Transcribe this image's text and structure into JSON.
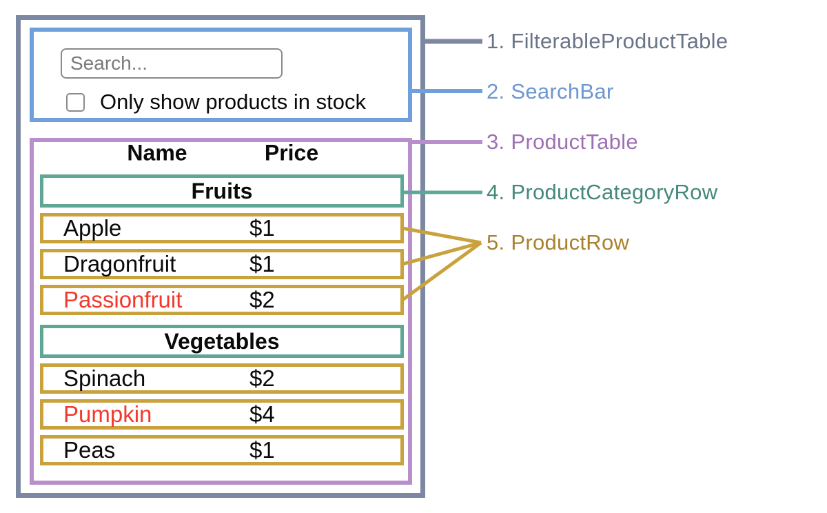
{
  "search_bar": {
    "search_placeholder": "Search...",
    "checkbox_label": "Only show products in stock",
    "checkbox_checked": false
  },
  "table": {
    "columns": [
      "Name",
      "Price"
    ],
    "sections": [
      {
        "category": "Fruits",
        "rows": [
          {
            "name": "Apple",
            "price": "$1",
            "out_of_stock": false
          },
          {
            "name": "Dragonfruit",
            "price": "$1",
            "out_of_stock": false
          },
          {
            "name": "Passionfruit",
            "price": "$2",
            "out_of_stock": true
          }
        ]
      },
      {
        "category": "Vegetables",
        "rows": [
          {
            "name": "Spinach",
            "price": "$2",
            "out_of_stock": false
          },
          {
            "name": "Pumpkin",
            "price": "$4",
            "out_of_stock": true
          },
          {
            "name": "Peas",
            "price": "$1",
            "out_of_stock": false
          }
        ]
      }
    ]
  },
  "annotations": [
    {
      "label": "1. FilterableProductTable",
      "color": "#6A7488"
    },
    {
      "label": "2. SearchBar",
      "color": "#6D97CF"
    },
    {
      "label": "3. ProductTable",
      "color": "#9C70B3"
    },
    {
      "label": "4. ProductCategoryRow",
      "color": "#45897B"
    },
    {
      "label": "5. ProductRow",
      "color": "#A8822E"
    }
  ],
  "colors": {
    "outer_border": "#7C88A1",
    "searchbar_border": "#6FA0DB",
    "table_border": "#B78FCB",
    "category_border": "#5FA795",
    "row_border": "#C9A23D",
    "out_of_stock_text": "#F23A2C"
  }
}
